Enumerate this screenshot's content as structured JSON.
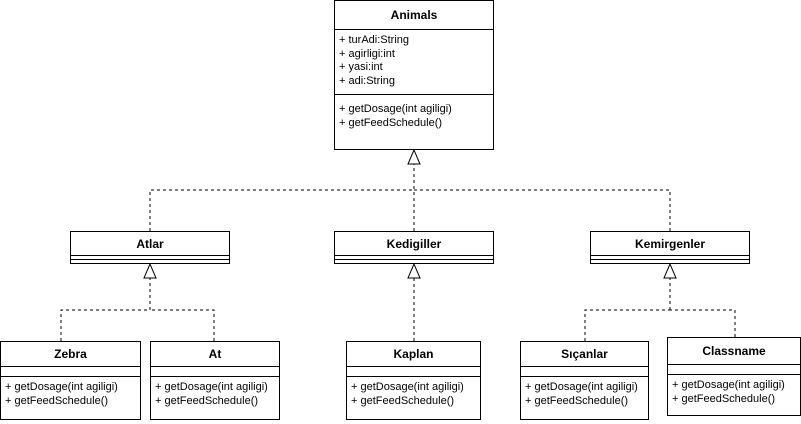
{
  "classes": {
    "animals": {
      "name": "Animals",
      "attributes": [
        "+ turAdi:String",
        "+ agirligi:int",
        "+ yasi:int",
        "+ adi:String"
      ],
      "methods": [
        "+ getDosage(int agiligi)",
        "+ getFeedSchedule()"
      ]
    },
    "atlar": {
      "name": "Atlar"
    },
    "kedigiller": {
      "name": "Kedigiller"
    },
    "kemirgenler": {
      "name": "Kemirgenler"
    },
    "zebra": {
      "name": "Zebra",
      "methods": [
        "+ getDosage(int agiligi)",
        "+ getFeedSchedule()"
      ]
    },
    "at": {
      "name": "At",
      "methods": [
        "+ getDosage(int agiligi)",
        "+ getFeedSchedule()"
      ]
    },
    "kaplan": {
      "name": "Kaplan",
      "methods": [
        "+ getDosage(int agiligi)",
        "+ getFeedSchedule()"
      ]
    },
    "sicanlar": {
      "name": "Sıçanlar",
      "methods": [
        "+ getDosage(int agiligi)",
        "+ getFeedSchedule()"
      ]
    },
    "classname": {
      "name": "Classname",
      "methods": [
        "+ getDosage(int agiligi)",
        "+ getFeedSchedule()"
      ]
    }
  },
  "style": {
    "line_color": "#000000",
    "background": "#ffffff"
  }
}
